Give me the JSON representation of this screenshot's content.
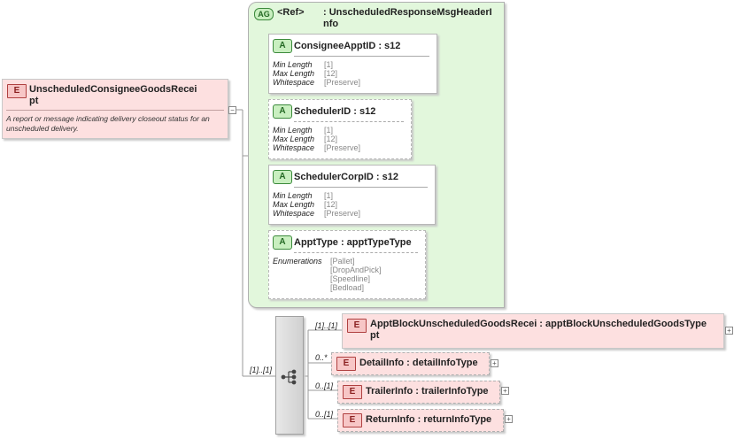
{
  "root": {
    "tag": "E",
    "name_line1": "UnscheduledConsigneeGoodsRecei",
    "name_line2": "pt",
    "description": "A report or message indicating delivery closeout status for an unscheduled delivery."
  },
  "attribute_group": {
    "tag": "AG",
    "ref_label": "<Ref>",
    "name_line1": ": UnscheduledResponseMsgHeaderI",
    "name_line2": "nfo",
    "attributes": [
      {
        "tag": "A",
        "title": "ConsigneeApptID : s12",
        "facets": [
          {
            "name": "Min Length",
            "value": "[1]"
          },
          {
            "name": "Max Length",
            "value": "[12]"
          },
          {
            "name": "Whitespace",
            "value": "[Preserve]"
          }
        ]
      },
      {
        "tag": "A",
        "title": "SchedulerID : s12",
        "facets": [
          {
            "name": "Min Length",
            "value": "[1]"
          },
          {
            "name": "Max Length",
            "value": "[12]"
          },
          {
            "name": "Whitespace",
            "value": "[Preserve]"
          }
        ]
      },
      {
        "tag": "A",
        "title": "SchedulerCorpID : s12",
        "facets": [
          {
            "name": "Min Length",
            "value": "[1]"
          },
          {
            "name": "Max Length",
            "value": "[12]"
          },
          {
            "name": "Whitespace",
            "value": "[Preserve]"
          }
        ]
      },
      {
        "tag": "A",
        "title": "ApptType : apptTypeType",
        "facet_name": "Enumerations",
        "enum_values": [
          "[Pallet]",
          "[DropAndPick]",
          "[Speedline]",
          "[Bedload]"
        ]
      }
    ]
  },
  "sequence": {
    "cardinality": "[1]..[1]",
    "children": [
      {
        "tag": "E",
        "cardinality": "[1]..[1]",
        "name_line1": "ApptBlockUnscheduledGoodsRecei : apptBlockUnscheduledGoodsType",
        "name_line2": "pt"
      },
      {
        "tag": "E",
        "cardinality": "0..*",
        "name": "DetailInfo : detailInfoType"
      },
      {
        "tag": "E",
        "cardinality": "0..[1]",
        "name": "TrailerInfo : trailerInfoType"
      },
      {
        "tag": "E",
        "cardinality": "0..[1]",
        "name": "ReturnInfo : returnInfoType"
      }
    ]
  },
  "expand_glyph": "+",
  "collapse_glyph": "−",
  "colors": {
    "element_fill": "#fde0e0",
    "element_tag": "#f7c6c6",
    "attribute_group_fill": "#e2f7dc",
    "attribute_tag": "#c9efc0"
  }
}
